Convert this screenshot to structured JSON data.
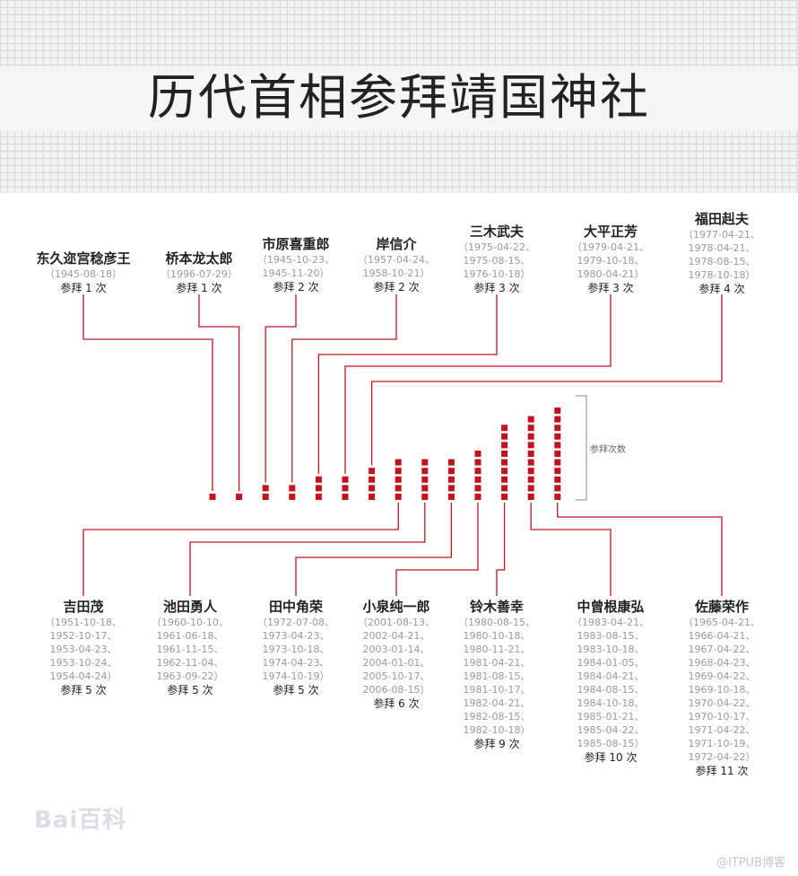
{
  "title": "历代首相参拜靖国神社",
  "annotation": "参拜次数",
  "watermarks": {
    "baidu": "Bai百科",
    "itpub": "@ITPUB博客"
  },
  "colors": {
    "bar": "#c0141e",
    "line": "#c0141e"
  },
  "chart_data": {
    "type": "bar",
    "title": "历代首相参拜靖国神社",
    "ylabel": "参拜次数",
    "categories": [
      "东久迩宫稔彦王",
      "桥本龙太郎",
      "市原喜重郎",
      "岸信介",
      "三木武夫",
      "大平正芳",
      "福田赳夫",
      "吉田茂",
      "池田勇人",
      "田中角荣",
      "小泉纯一郎",
      "铃木善幸",
      "中曾根康弘",
      "佐藤荣作"
    ],
    "values": [
      1,
      1,
      2,
      2,
      3,
      3,
      4,
      5,
      5,
      5,
      6,
      9,
      10,
      11
    ],
    "grid": false
  },
  "pms_top": [
    {
      "name": "东久迩宫稔彦王",
      "count": 1,
      "count_label": "参拜 1 次",
      "dates": [
        "（1945-08-18）"
      ]
    },
    {
      "name": "桥本龙太郎",
      "count": 1,
      "count_label": "参拜 1 次",
      "dates": [
        "（1996-07-29）"
      ]
    },
    {
      "name": "市原喜重郎",
      "count": 2,
      "count_label": "参拜 2 次",
      "dates": [
        "（1945-10-23、",
        "1945-11-20）"
      ]
    },
    {
      "name": "岸信介",
      "count": 2,
      "count_label": "参拜 2 次",
      "dates": [
        "（1957-04-24、",
        "1958-10-21）"
      ]
    },
    {
      "name": "三木武夫",
      "count": 3,
      "count_label": "参拜 3 次",
      "dates": [
        "（1975-04-22、",
        "1975-08-15、",
        "1976-10-18）"
      ]
    },
    {
      "name": "大平正芳",
      "count": 3,
      "count_label": "参拜 3 次",
      "dates": [
        "（1979-04-21、",
        "1979-10-18、",
        "1980-04-21）"
      ]
    },
    {
      "name": "福田赳夫",
      "count": 4,
      "count_label": "参拜 4 次",
      "dates": [
        "（1977-04-21、",
        "1978-04-21、",
        "1978-08-15、",
        "1978-10-18）"
      ]
    }
  ],
  "pms_bottom": [
    {
      "name": "吉田茂",
      "count": 5,
      "count_label": "参拜 5 次",
      "dates": [
        "（1951-10-18、",
        "1952-10-17、",
        "1953-04-23、",
        "1953-10-24、",
        "1954-04-24）"
      ]
    },
    {
      "name": "池田勇人",
      "count": 5,
      "count_label": "参拜 5 次",
      "dates": [
        "（1960-10-10、",
        "1961-06-18、",
        "1961-11-15、",
        "1962-11-04、",
        "1963-09-22）"
      ]
    },
    {
      "name": "田中角荣",
      "count": 5,
      "count_label": "参拜 5 次",
      "dates": [
        "（1972-07-08、",
        "1973-04-23、",
        "1973-10-18、",
        "1974-04-23、",
        "1974-10-19）"
      ]
    },
    {
      "name": "小泉纯一郎",
      "count": 6,
      "count_label": "参拜 6 次",
      "dates": [
        "（2001-08-13、",
        "2002-04-21、",
        "2003-01-14、",
        "2004-01-01、",
        "2005-10-17、",
        "2006-08-15）"
      ]
    },
    {
      "name": "铃木善幸",
      "count": 9,
      "count_label": "参拜 9 次",
      "dates": [
        "（1980-08-15、",
        "1980-10-18、",
        "1980-11-21、",
        "1981-04-21、",
        "1981-08-15、",
        "1981-10-17、",
        "1982-04-21、",
        "1982-08-15、",
        "1982-10-18）"
      ]
    },
    {
      "name": "中曾根康弘",
      "count": 10,
      "count_label": "参拜 10 次",
      "dates": [
        "（1983-04-21、",
        "1983-08-15、",
        "1983-10-18、",
        "1984-01-05、",
        "1984-04-21、",
        "1984-08-15、",
        "1984-10-18、",
        "1985-01-21、",
        "1985-04-22、",
        "1985-08-15）"
      ]
    },
    {
      "name": "佐藤荣作",
      "count": 11,
      "count_label": "参拜 11 次",
      "dates": [
        "（1965-04-21、",
        "1966-04-21、",
        "1967-04-22、",
        "1968-04-23、",
        "1969-04-22、",
        "1969-10-18、",
        "1970-04-22、",
        "1970-10-17、",
        "1971-04-22、",
        "1971-10-19、",
        "1972-04-22）"
      ]
    }
  ]
}
